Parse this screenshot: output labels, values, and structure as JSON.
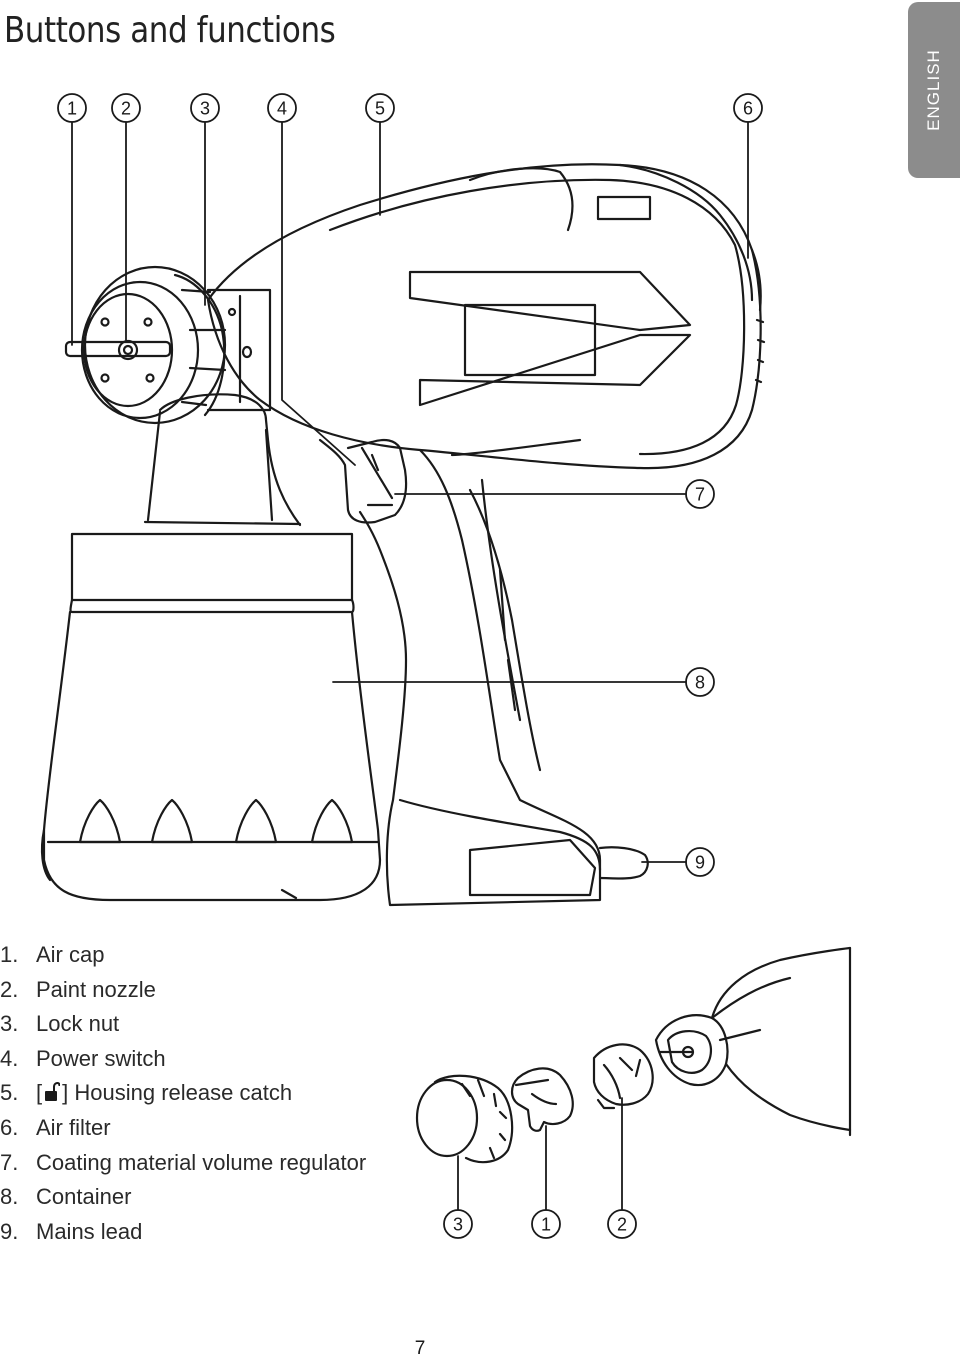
{
  "page": {
    "title": "Buttons and functions",
    "language_tab": "ENGLISH",
    "page_number": "7"
  },
  "callouts": {
    "c1": "1",
    "c2": "2",
    "c3": "3",
    "c4": "4",
    "c5": "5",
    "c6": "6",
    "c7": "7",
    "c8": "8",
    "c9": "9"
  },
  "detail_callouts": {
    "d3": "3",
    "d1": "1",
    "d2": "2"
  },
  "legend": [
    {
      "num": "1.",
      "label": "Air cap"
    },
    {
      "num": "2.",
      "label": "Paint nozzle"
    },
    {
      "num": "3.",
      "label": "Lock nut"
    },
    {
      "num": "4.",
      "label": "Power switch"
    },
    {
      "num": "5.",
      "bracket_open": "[",
      "bracket_close": "]",
      "icon": "unlock-icon",
      "label": "Housing release catch"
    },
    {
      "num": "6.",
      "label": "Air filter"
    },
    {
      "num": "7.",
      "label": "Coating material volume regulator"
    },
    {
      "num": "8.",
      "label": "Container"
    },
    {
      "num": "9.",
      "label": "Mains lead"
    }
  ],
  "colors": {
    "ink": "#1a1a1a",
    "tab": "#8c8c8c"
  }
}
